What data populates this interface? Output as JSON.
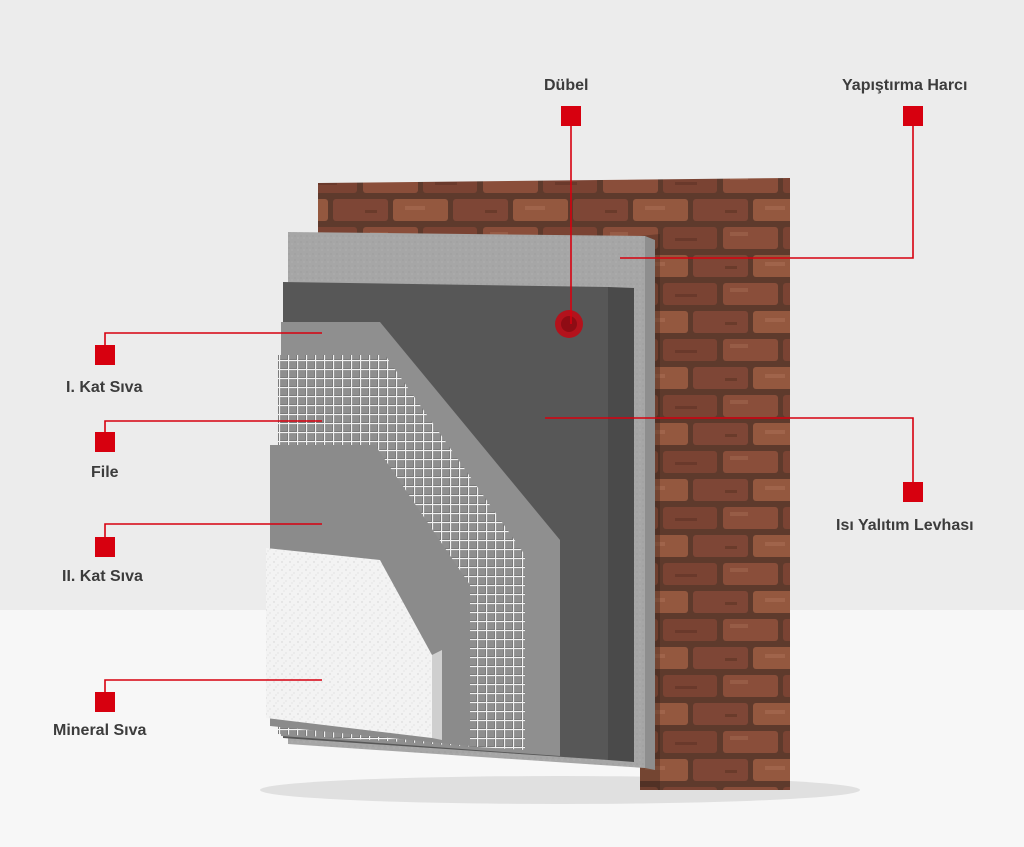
{
  "accent_color": "#d7000f",
  "background": {
    "wall_color": "#ececec",
    "floor_color": "#f7f7f7"
  },
  "layers": [
    {
      "id": "dubel",
      "label": "Dübel"
    },
    {
      "id": "yapistirma",
      "label": "Yapıştırma Harcı"
    },
    {
      "id": "kat1",
      "label": "I. Kat Sıva"
    },
    {
      "id": "file",
      "label": "File"
    },
    {
      "id": "kat2",
      "label": "II. Kat Sıva"
    },
    {
      "id": "mineral",
      "label": "Mineral Sıva"
    },
    {
      "id": "isi",
      "label": "Isı Yalıtım Levhası"
    }
  ]
}
